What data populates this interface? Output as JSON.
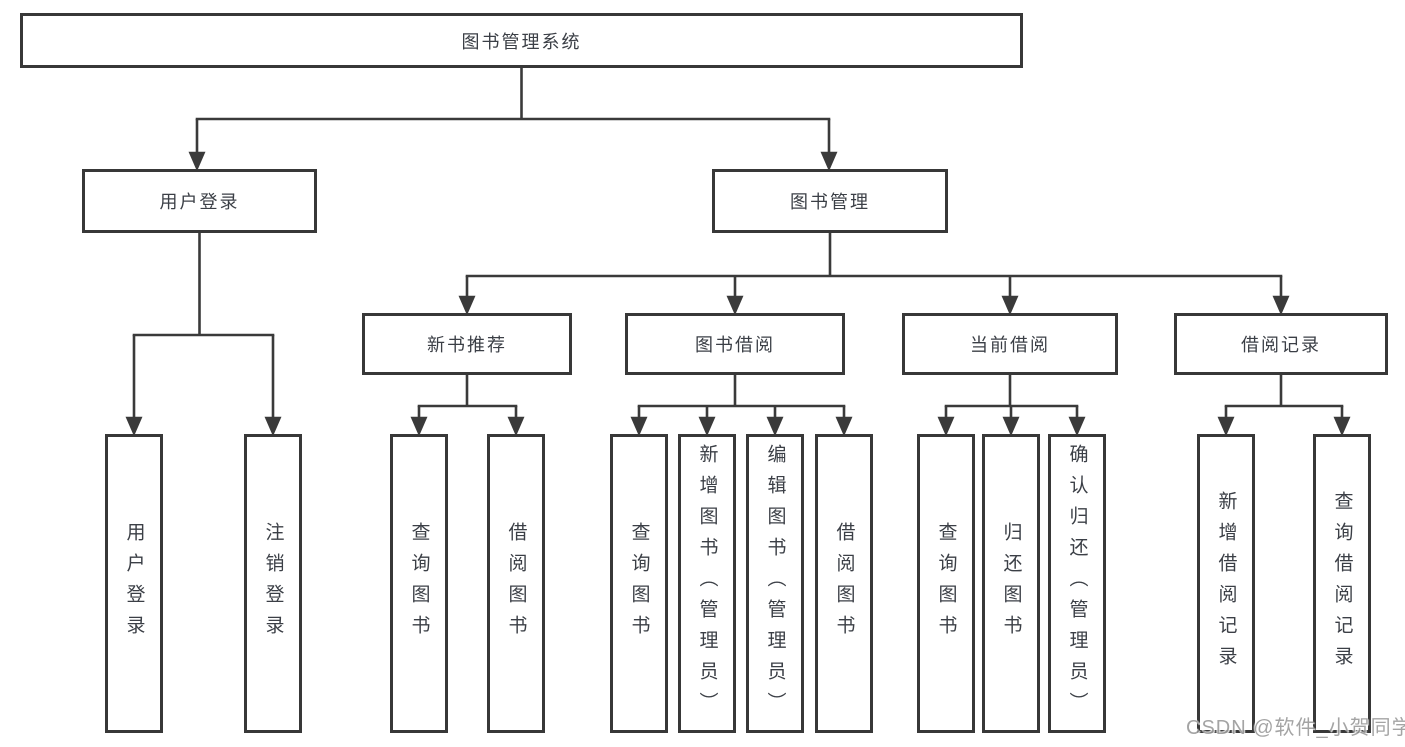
{
  "colors": {
    "line": "#3a3a3a",
    "box_border": "#383838",
    "text": "#3b3f46",
    "watermark_text": "#949494"
  },
  "tree": {
    "root": "图书管理系统",
    "children": [
      {
        "label": "用户登录",
        "children": [
          "用户登录",
          "注销登录"
        ]
      },
      {
        "label": "图书管理",
        "children": [
          {
            "label": "新书推荐",
            "children": [
              "查询图书",
              "借阅图书"
            ]
          },
          {
            "label": "图书借阅",
            "children": [
              "查询图书",
              "新增图书（管理员）",
              "编辑图书（管理员）",
              "借阅图书"
            ]
          },
          {
            "label": "当前借阅",
            "children": [
              "查询图书",
              "归还图书",
              "确认归还（管理员）"
            ]
          },
          {
            "label": "借阅记录",
            "children": [
              "新增借阅记录",
              "查询借阅记录"
            ]
          }
        ]
      }
    ]
  },
  "watermark": "CSDN @软件_小贺同学"
}
